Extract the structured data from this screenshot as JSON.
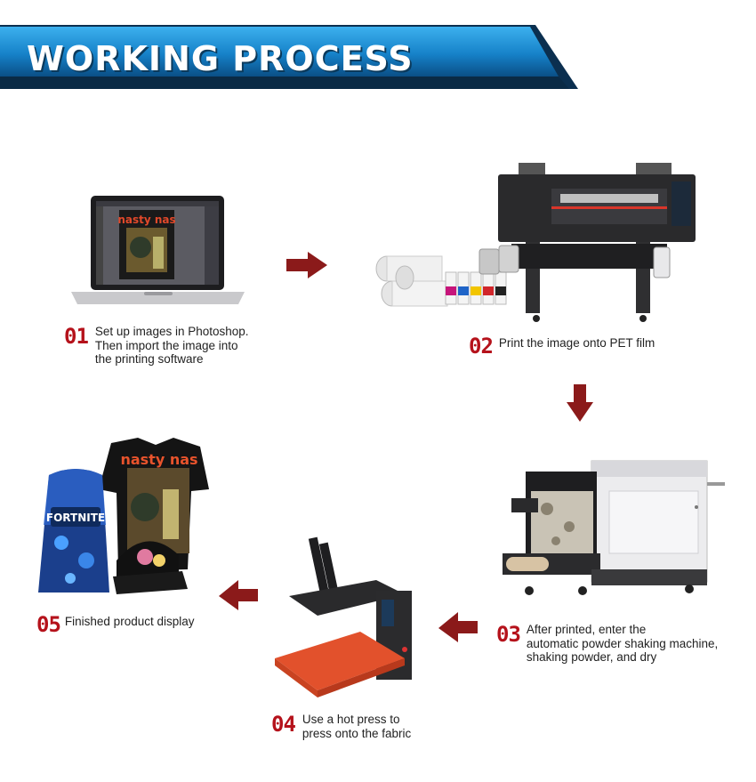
{
  "banner": {
    "title": "WORKING PROCESS",
    "color_light": "#2a9de0",
    "color_dark": "#0b2f4f"
  },
  "accent_color": "#8b1a1a",
  "steps": [
    {
      "num": "01",
      "text": "Set up images in Photoshop.\nThen import the image into\n the printing software"
    },
    {
      "num": "02",
      "text": "Print the image onto PET film"
    },
    {
      "num": "03",
      "text": "After printed, enter the\nautomatic powder shaking machine,\nshaking powder, and dry"
    },
    {
      "num": "04",
      "text": "Use a hot press to\npress onto the fabric"
    },
    {
      "num": "05",
      "text": "Finished product display"
    }
  ],
  "illustrations": {
    "laptop_screen_text": "nasty nas",
    "tshirt_text": "nasty nas",
    "backpack_text": "FORTNITE"
  },
  "icons": [
    "laptop-icon",
    "printer-icon",
    "powder-shaker-icon",
    "heat-press-icon",
    "products-icon",
    "arrow-right-icon",
    "arrow-down-icon",
    "arrow-left-icon"
  ]
}
